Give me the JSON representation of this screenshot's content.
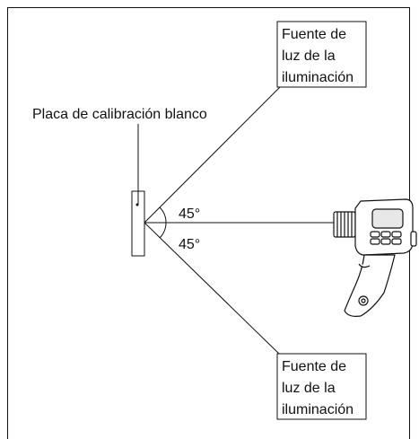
{
  "diagram": {
    "plate_label": "Placa de calibración blanco",
    "angle_top": "45°",
    "angle_bottom": "45°",
    "light_source_top": [
      "Fuente de",
      "luz de la",
      "iluminación"
    ],
    "light_source_bottom": [
      "Fuente de",
      "luz de la",
      "iluminación"
    ]
  }
}
